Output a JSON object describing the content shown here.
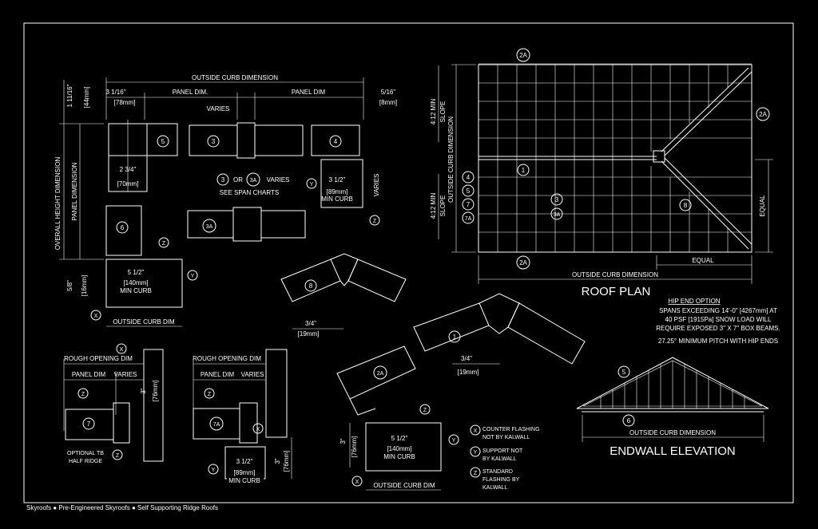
{
  "footer": {
    "text": "Skyroofs  ●  Pre-Engineered Skyroofs  ●  Self Supporting Ridge Roofs"
  },
  "roof_plan": {
    "title": "ROOF PLAN",
    "outside_curb": "OUTSIDE CURB DIMENSION",
    "equal_h": "EQUAL",
    "equal_v": "EQUAL",
    "left_dim": "OUTSIDE CURB DIMENSION",
    "slope_top_a": "4:12 MIN",
    "slope_top_b": "SLOPE",
    "slope_bot_a": "4:12 MIN",
    "slope_bot_b": "SLOPE",
    "tags": {
      "t2a_top": "2A",
      "t2a_right": "2A",
      "t2a_bottom": "2A",
      "t1": "1",
      "t3": "3",
      "t3a": "3A",
      "t8": "8",
      "l4": "4",
      "l5": "5",
      "l7": "7",
      "l7a": "7A"
    }
  },
  "hip_note": {
    "title": "HIP END OPTION",
    "l1": "SPANS EXCEEDING 14'-0\" [4267mm] AT",
    "l2": "40 PSF [1915Pa] SNOW LOAD WILL",
    "l3": "REQUIRE EXPOSED 3\" X 7\" BOX BEAMS.",
    "l4": "27.25° MINIMUM PITCH WITH HIP ENDS"
  },
  "endwall": {
    "title": "ENDWALL ELEVATION",
    "dim": "OUTSIDE CURB DIMENSION",
    "t5": "5",
    "t6": "6"
  },
  "section_top": {
    "outside_curb": "OUTSIDE CURB DIMENSION",
    "d1": "3 1/16\"",
    "d1mm": "[78mm]",
    "panel1": "PANEL DIM.",
    "panel2": "PANEL DIM",
    "d2": "5/16\"",
    "d2mm": "[8mm]",
    "varies": "VARIES",
    "h1": "1 11/16\"",
    "h1mm": "[44mm]",
    "w1": "2 3/4\"",
    "w1mm": "[70mm]",
    "overall": "OVERALL HEIGHT DIMENSION",
    "panel_dim_v": "PANEL DIMENSION",
    "h2": "5/8\"",
    "h2mm": "[16mm]",
    "curb1": "5 1/2\"",
    "curb1mm": "[140mm]",
    "curb1lbl": "MIN CURB",
    "ocd": "OUTSIDE CURB DIM",
    "curb2": "3 1/2\"",
    "curb2mm": "[89mm]",
    "curb2lbl": "MIN CURB",
    "varies2": "VARIES",
    "note_a": "OR",
    "note_b": "VARIES",
    "note_c": "SEE SPAN CHARTS",
    "tags": {
      "t5": "5",
      "t3": "3",
      "t4": "4",
      "t6": "6",
      "t3n": "3",
      "t3an": "3A",
      "t3a": "3A",
      "y1": "Y",
      "z1": "Z",
      "z2": "Z",
      "y2": "Y",
      "x1": "X"
    }
  },
  "ridge": {
    "d1": "3/4\"",
    "d1mm": "[19mm]",
    "d2": "3/4\"",
    "d2mm": "[19mm]",
    "t8": "8",
    "t1": "1",
    "t2a": "2A"
  },
  "base_detail": {
    "h": "3\"",
    "hmm": "[76mm]",
    "curb": "5 1/2\"",
    "curbmm": "[140mm]",
    "curblbl": "MIN CURB",
    "ocd": "OUTSIDE CURB DIM",
    "tags": {
      "z": "Z",
      "y": "Y",
      "x": "X"
    }
  },
  "legend": {
    "x1": "COUNTER FLASHING",
    "x2": "NOT BY KALWALL",
    "y1": "SUPPORT NOT",
    "y2": "BY KALWALL",
    "z1": "STANDARD",
    "z2": "FLASHING BY",
    "z3": "KALWALL",
    "tx": "X",
    "ty": "Y",
    "tz": "Z"
  },
  "detail7": {
    "rough": "ROUGH OPENING DIM",
    "panel": "PANEL DIM",
    "varies": "VARIES",
    "h": "3\"",
    "hmm": "[76mm]",
    "opt1": "OPTIONAL TB",
    "opt2": "HALF RIDGE",
    "tags": {
      "x": "X",
      "z1": "Z",
      "t7": "7",
      "z2": "Z"
    }
  },
  "detail7a": {
    "rough": "ROUGH OPENING DIM",
    "panel": "PANEL DIM",
    "varies": "VARIES",
    "curb": "3 1/2\"",
    "curbmm": "[89mm]",
    "curblbl": "MIN CURB",
    "h": "3\"",
    "hmm": "[76mm]",
    "tags": {
      "z": "Z",
      "t7a": "7A",
      "x": "X",
      "y": "Y"
    }
  }
}
